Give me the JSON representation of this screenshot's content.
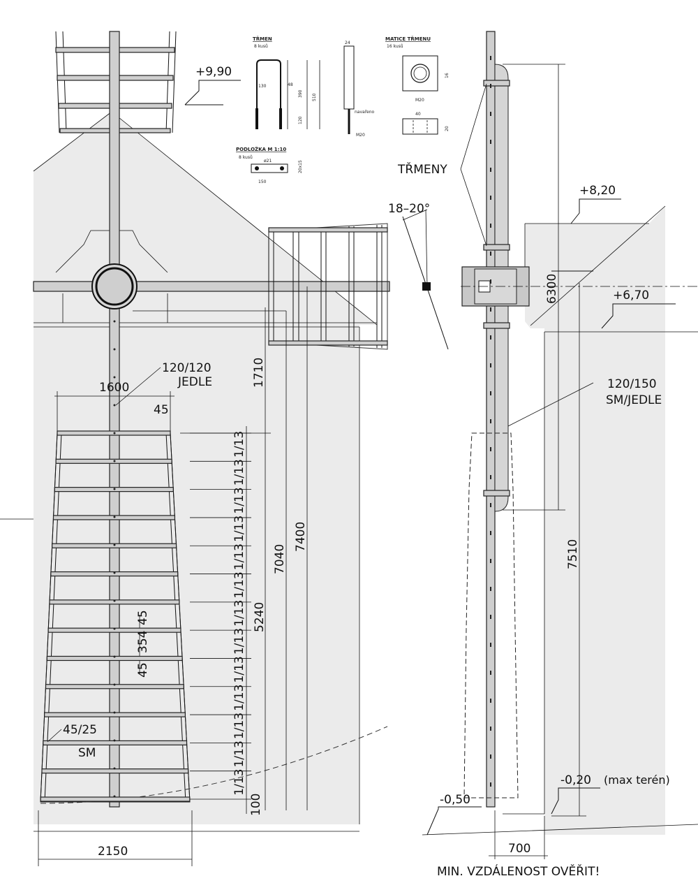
{
  "levels": {
    "top": "+9,90",
    "mid": "+8,20",
    "axis": "+6,70",
    "terrain": "-0,20",
    "terrain_note": "(max terén)",
    "base": "-0,50"
  },
  "dimensions": {
    "d1710": "1710",
    "d1600": "1600",
    "d45a": "45",
    "d7040": "7040",
    "d7400": "7400",
    "d5240": "5240",
    "d45b": "45",
    "d354": "354",
    "d45c": "45",
    "d100": "100",
    "d2150": "2150",
    "d6300": "6300",
    "d7510": "7510",
    "d700": "700",
    "angle": "18–20°",
    "fraction": "1/13"
  },
  "labels": {
    "beam1": "120/120",
    "beam1_wood": "JEDLE",
    "lath": "45/25",
    "lath_wood": "SM",
    "stirrups": "TŘMENY",
    "beam2": "120/150",
    "beam2_wood": "SM/JEDLE",
    "note": "MIN. VZDÁLENOST OVĚŘIT!"
  },
  "details": {
    "stirrup_title": "TŘMEN",
    "stirrup_sub": "8 kusů",
    "nut_title": "MATICE TŘMENU",
    "nut_sub": "16 kusů",
    "washer_title": "PODLOŽKA M 1:10",
    "washer_sub": "8 kusů",
    "weld_note": "navařeno",
    "s_a": "130",
    "s_b": "48",
    "s_c": "390",
    "s_d": "510",
    "s_e": "120",
    "n_a": "24",
    "n_b": "M20",
    "m_a": "16",
    "m_b": "M20",
    "m_c": "40",
    "m_d": "20",
    "w_a": "150",
    "w_b": "20x15",
    "w_c": "ø21"
  }
}
